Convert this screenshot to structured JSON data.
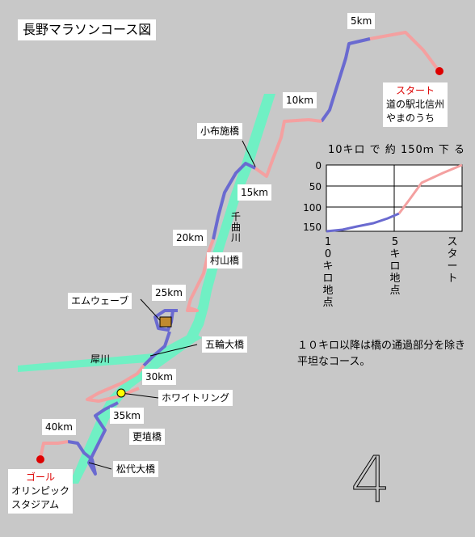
{
  "title": "長野マラソンコース図",
  "labels": {
    "km5": "5km",
    "km10": "10km",
    "km15": "15km",
    "km20": "20km",
    "km25": "25km",
    "km30": "30km",
    "km35": "35km",
    "km40": "40km",
    "obuse_bridge": "小布施橋",
    "murayama_bridge": "村山橋",
    "m_wave": "エムウェーブ",
    "gorin_bridge": "五輪大橋",
    "saigawa": "犀川",
    "chikumagawa": "千曲川",
    "white_ring": "ホワイトリング",
    "sarashina_bridge": "更埴橋",
    "matsushiro_bridge": "松代大橋"
  },
  "start": {
    "heading": "スタート",
    "line1": "道の駅北信州",
    "line2": "やまのうち"
  },
  "goal": {
    "heading": "ゴール",
    "line1": "オリンピック",
    "line2": "スタジアム"
  },
  "elevation_chart": {
    "title": "10キロ で 約 150ｍ 下 る",
    "y_ticks": [
      "0",
      "50",
      "100",
      "150"
    ],
    "x_labels": [
      "10キロ地点",
      "5キロ地点",
      "スタート"
    ]
  },
  "note": "１０キロ以降は橋の通過部分を除き平坦なコース。",
  "north_symbol": "4",
  "colors": {
    "background": "#c8c8c8",
    "river": "#70f0c4",
    "course_downhill_or_bridge": "#f4a0a0",
    "course_flat": "#6a6ad0",
    "marker": "#dd0000",
    "white_ring": "#ffff00"
  }
}
